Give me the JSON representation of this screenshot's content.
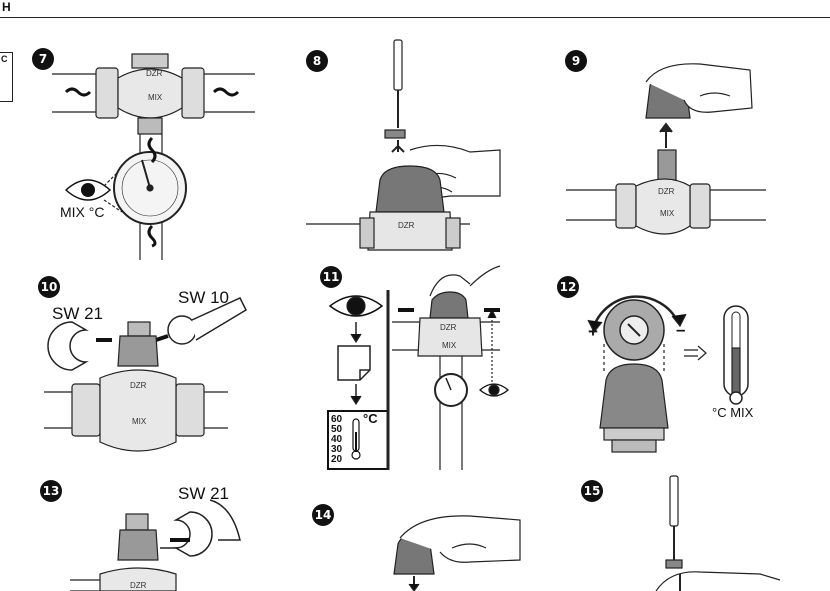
{
  "header": {
    "letter": "H"
  },
  "side_marker": "C",
  "steps": {
    "s7": "7",
    "s8": "8",
    "s9": "9",
    "s10": "10",
    "s11": "11",
    "s12": "12",
    "s13": "13",
    "s14": "14",
    "s15": "15"
  },
  "labels": {
    "mix_c_1": "MIX °C",
    "sw21_a": "SW 21",
    "sw10": "SW 10",
    "sw21_b": "SW 21",
    "c_mix_2": "°C MIX",
    "plus": "+",
    "minus": "–"
  },
  "valve_text": {
    "brand": "DZR",
    "mix": "MIX"
  },
  "scale": {
    "values": [
      "60",
      "50",
      "40",
      "30",
      "20"
    ],
    "unit": "°C"
  },
  "icons": [
    "eye-icon",
    "document-icon",
    "thermometer-icon",
    "screwdriver-icon",
    "wrench-icon",
    "hand-icon",
    "gauge-icon"
  ]
}
